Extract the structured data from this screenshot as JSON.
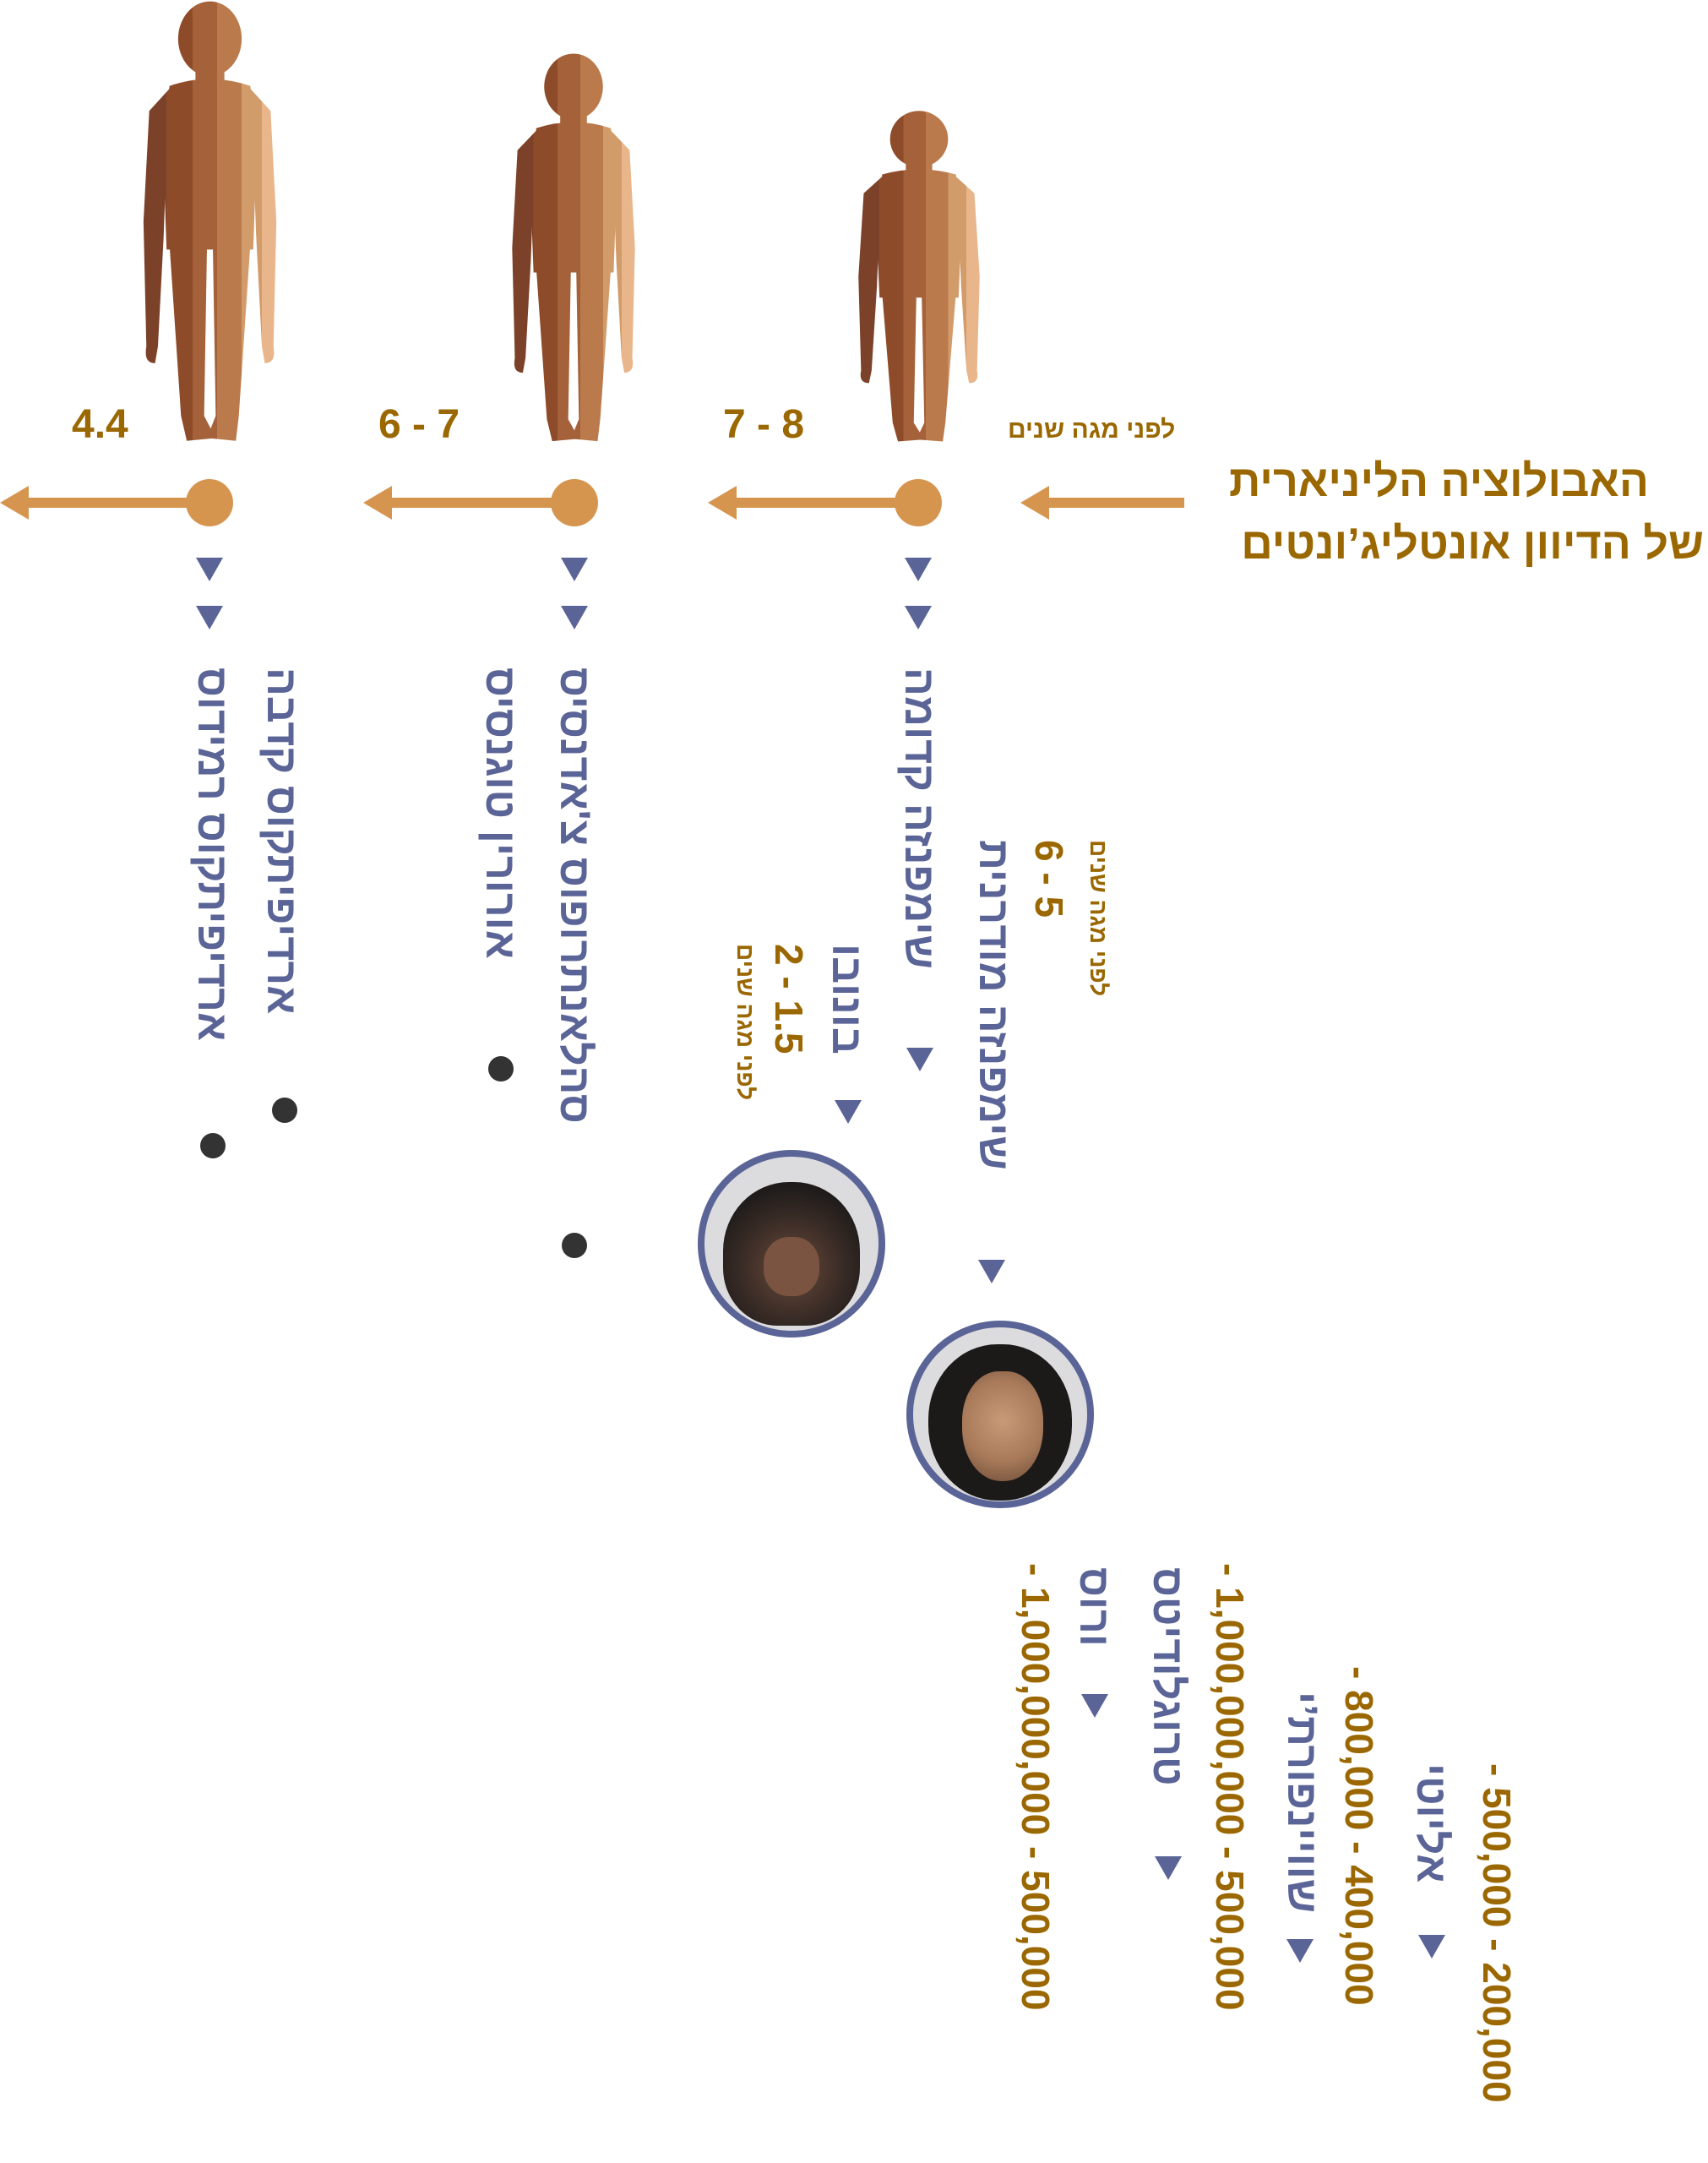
{
  "title": {
    "line1": "האבולוציה הליניארית",
    "line2": "של הדיוון אונטליג’ונטים"
  },
  "timeline": {
    "unit_label": "לפני מגה שנים",
    "stages": [
      {
        "age": "7 - 8"
      },
      {
        "age": "6 - 7"
      },
      {
        "age": "4.4"
      }
    ]
  },
  "columns": {
    "chimp_branch": {
      "ancestor": "שימפנזה קדומה",
      "bonobo": {
        "name": "בונובו",
        "age": "2 - 1.5",
        "unit": "לפני מגה שנים"
      },
      "modern": {
        "name": "שימפנזה מודרנית",
        "age": "6 - 5",
        "unit": "לפני מגה שנים"
      }
    },
    "sahel_branch": {
      "items": [
        "סהלאנתרופוס צ'אדנסיס",
        "אורורין טוגנסיס"
      ]
    },
    "ardi_branch": {
      "items": [
        "ארדיפיתקוס רמידוס",
        "ארדיפיתקוס קדבה"
      ]
    }
  },
  "subspecies": [
    {
      "name": "ורוס",
      "range": "- 1,000,000,000 - 500,000"
    },
    {
      "name": "טרוגלודיטס",
      "range": "- 1,000,000,000 - 500,000"
    },
    {
      "name": "שוויינפורת’י",
      "range": "- 800,000 - 400,000"
    },
    {
      "name": "אליוטי",
      "range": "- 500,000 - 200,000"
    }
  ],
  "colors": {
    "accent_orange": "#d6954f",
    "label_brown": "#9a6700",
    "name_blue": "#5a6496",
    "bullet": "#333333"
  }
}
